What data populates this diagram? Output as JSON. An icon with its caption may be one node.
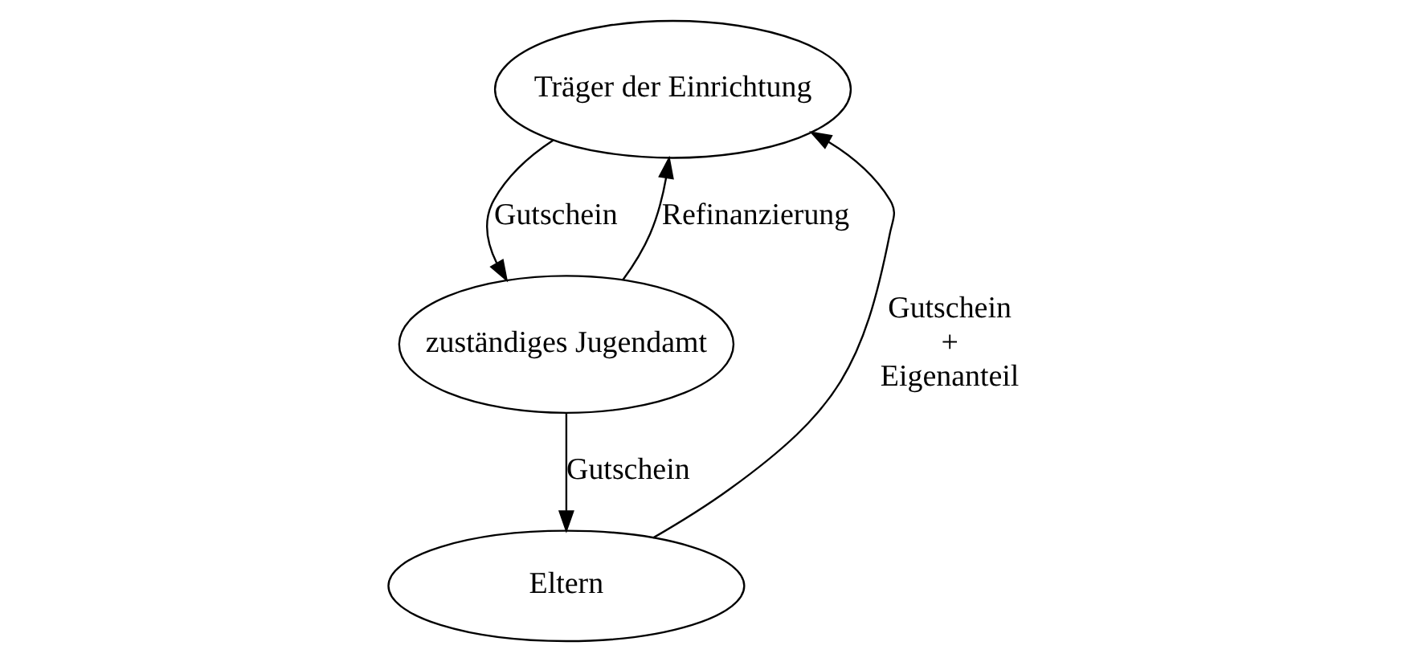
{
  "diagram": {
    "nodes": [
      {
        "text": [
          "Träger der Einrichtung"
        ]
      },
      {
        "text": [
          "zuständiges Jugendamt"
        ]
      },
      {
        "text": [
          "Eltern"
        ]
      }
    ],
    "edges": [
      {
        "from": 0,
        "to": 1,
        "arrow": "to",
        "label": "Gutschein"
      },
      {
        "from": 1,
        "to": 0,
        "arrow": "to",
        "label": "Refinanzierung"
      },
      {
        "from": 1,
        "to": 2,
        "arrow": "to",
        "label": "Gutschein"
      },
      {
        "from": 2,
        "to": 0,
        "arrow": "to",
        "label": "Gutschein + Eigenanteil"
      }
    ]
  }
}
